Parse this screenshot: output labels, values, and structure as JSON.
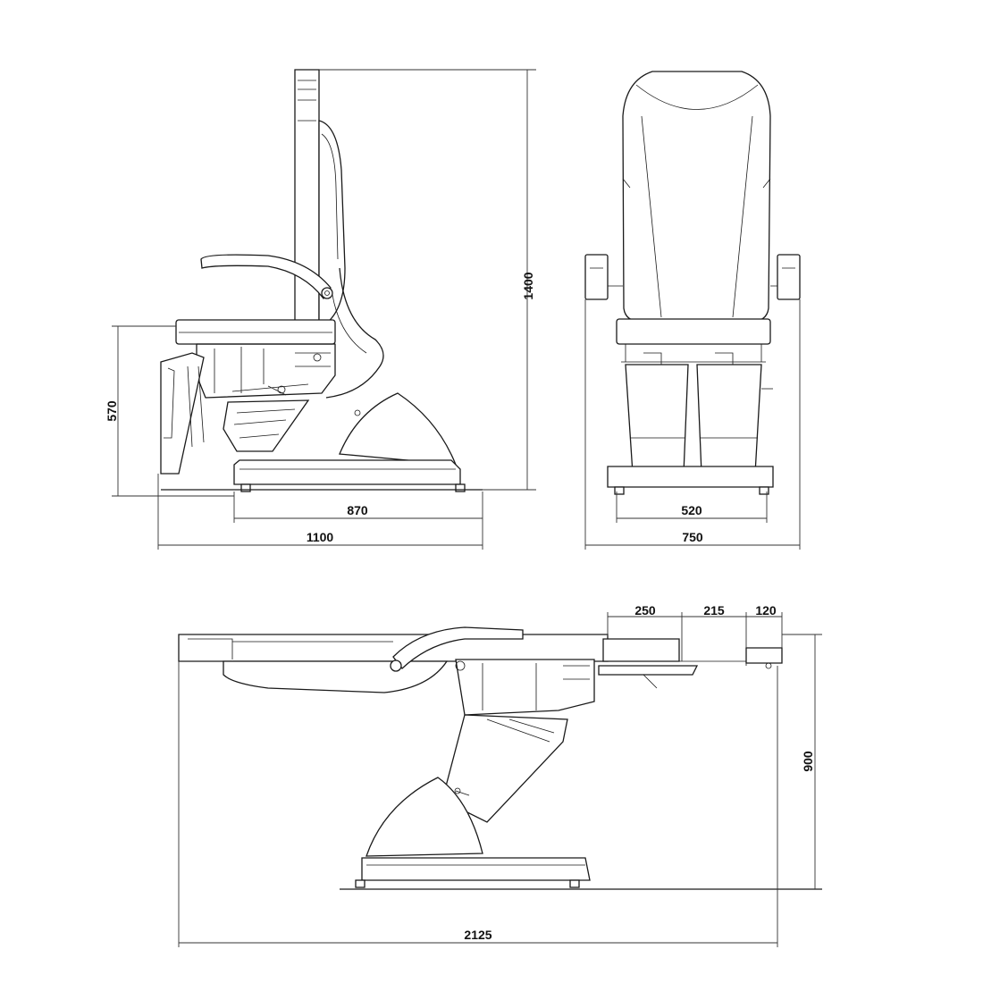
{
  "title": "Chair technical drawing with dimensions",
  "views": {
    "side": {
      "height_label": "1400",
      "seat_height_label": "570",
      "base_length_label": "870",
      "overall_length_label": "1100"
    },
    "front": {
      "base_width_label": "520",
      "overall_width_label": "750"
    },
    "flat": {
      "footrest_segment_1_label": "250",
      "footrest_segment_2_label": "215",
      "footrest_segment_3_label": "120",
      "max_height_label": "900",
      "overall_length_label": "2125"
    }
  },
  "colors": {
    "line": "#1a1a1a",
    "background": "#ffffff"
  }
}
